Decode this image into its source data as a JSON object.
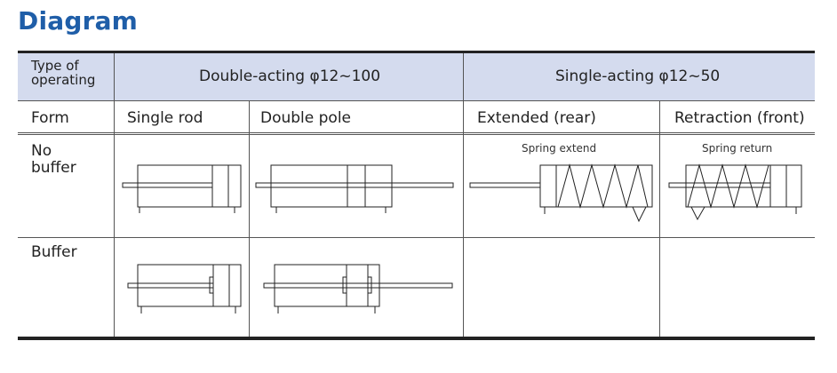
{
  "title": "Diagram",
  "header": {
    "type_label": [
      "Type of",
      "operating"
    ],
    "double_acting": "Double-acting φ12~100",
    "single_acting": "Single-acting φ12~50"
  },
  "form_row": {
    "form": "Form",
    "single_rod": "Single rod",
    "double_pole": "Double pole",
    "extended": "Extended (rear)",
    "retraction": "Retraction (front)"
  },
  "rows": {
    "no_buffer": [
      "No",
      "buffer"
    ],
    "buffer": "Buffer"
  },
  "annotations": {
    "spring_extend": "Spring extend",
    "spring_return": "Spring return"
  },
  "colors": {
    "title": "#1f5ea8",
    "header_bg": "#d4dbee",
    "line": "#222222"
  }
}
